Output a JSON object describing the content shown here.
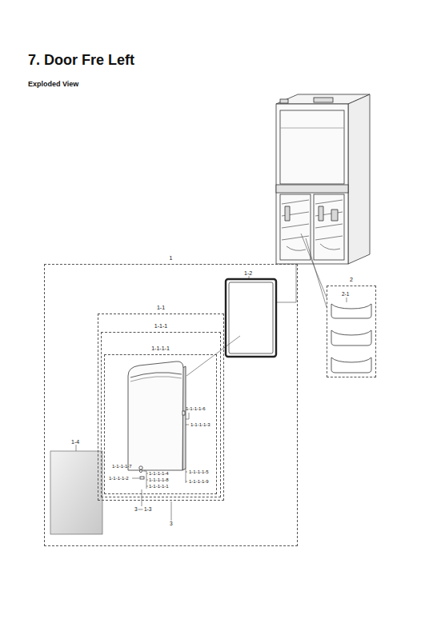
{
  "diagram": {
    "title": "7. Door Fre Left",
    "nodes": [
      {
        "text": [
          "1"
        ]
      },
      {
        "text": [
          "1-1"
        ],
        "in": 0
      },
      {
        "text": [
          "1-1-1"
        ],
        "in": 1
      },
      {
        "text": [
          "1-1-1-1"
        ],
        "in": 2
      },
      {
        "text": [
          "2"
        ]
      }
    ],
    "labels": [
      "Exploded View",
      "1-2",
      "2-1",
      "1-4",
      "1-1-1-1-6",
      "1-1-1-1-3",
      "1-1-1-1-7",
      "1-1-1-1-4",
      "1-1-1-1-2",
      "1-1-1-1-8",
      "1-1-1-1-1",
      "1-1-1-1-5",
      "1-1-1-1-9",
      "1-3",
      "3",
      "3"
    ]
  }
}
